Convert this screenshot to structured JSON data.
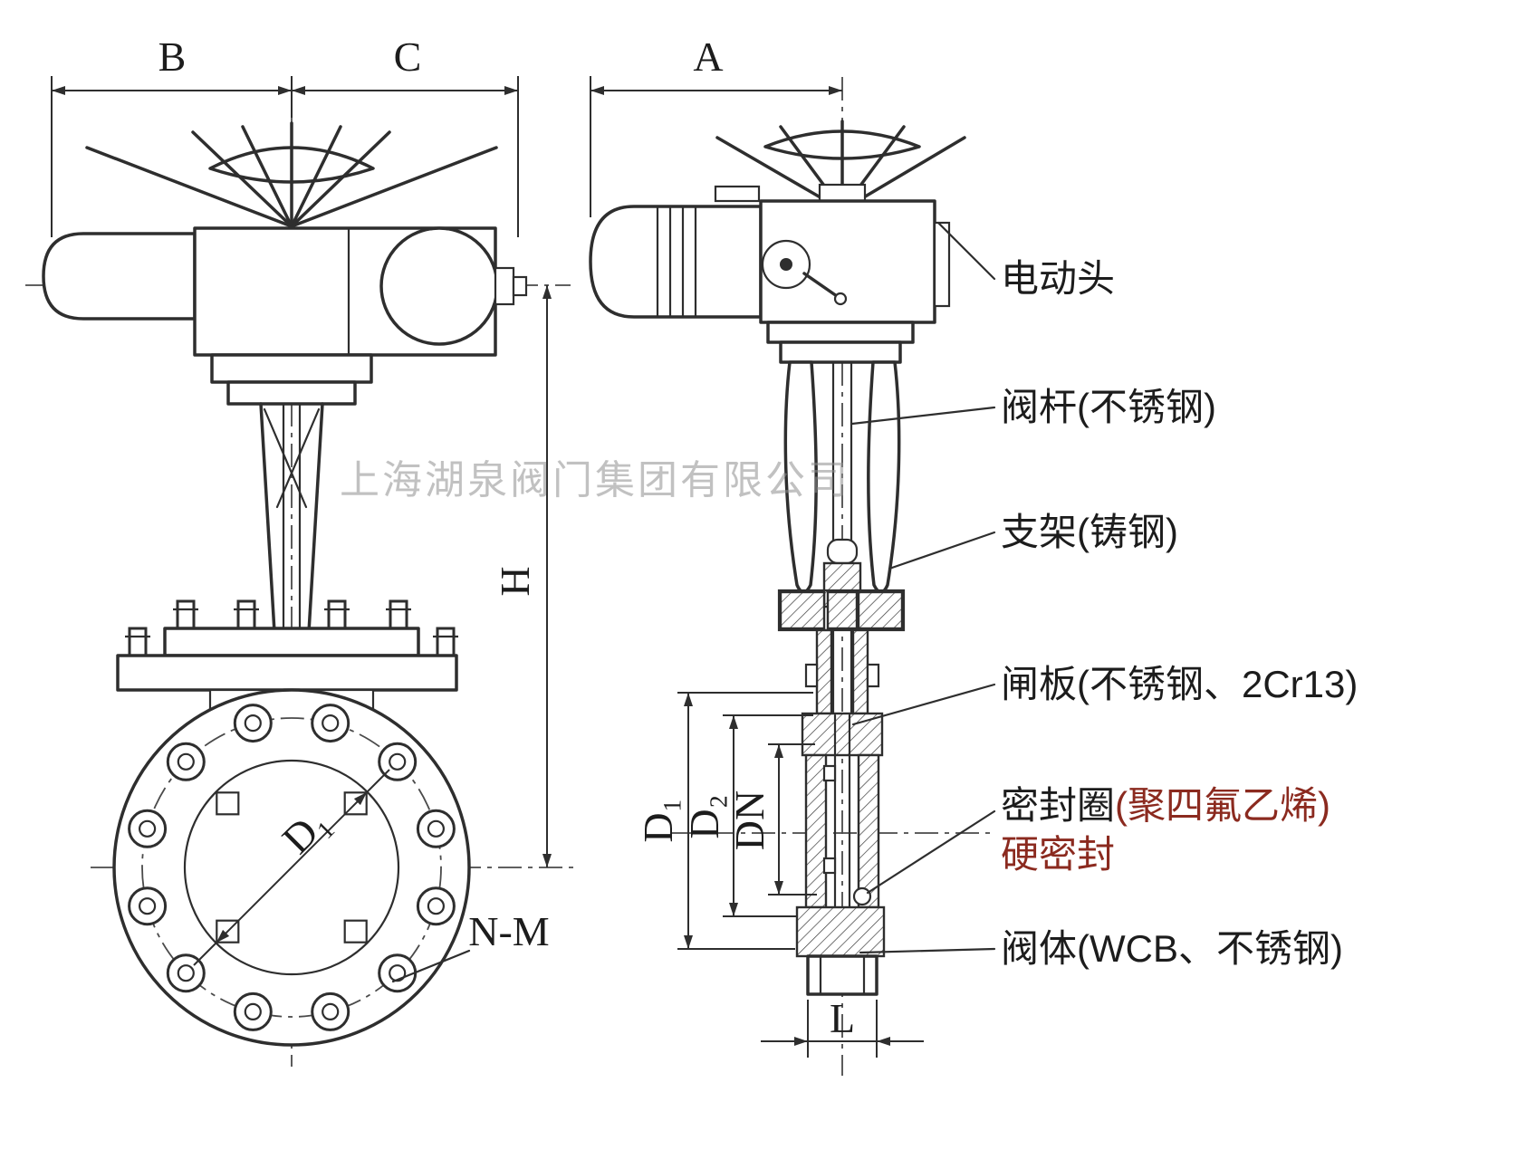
{
  "watermark": "上海湖泉阀门集团有限公司",
  "dimensions": {
    "front_width_left": "B",
    "front_width_right": "C",
    "side_width": "A",
    "height": "H",
    "bore_diameter": "D₁",
    "bolt_spec": "N-M",
    "flange_diameter": "D₁",
    "bolt_circle_diameter": "D₂",
    "nominal_diameter": "DN",
    "face_to_face": "L"
  },
  "part_labels": {
    "actuator": "电动头",
    "stem": "阀杆(不锈钢)",
    "bracket": "支架(铸钢)",
    "gate": "闸板(不锈钢、2Cr13)",
    "seal_ring": "密封圈",
    "seal_material": "(聚四氟乙烯)",
    "seal_type": "硬密封",
    "body": "阀体(WCB、不锈钢)"
  },
  "colors": {
    "line": "#2e2e2e",
    "stamp_red": "#8b2a1f",
    "watermark_gray": "#8f8f8f",
    "background": "#ffffff"
  }
}
